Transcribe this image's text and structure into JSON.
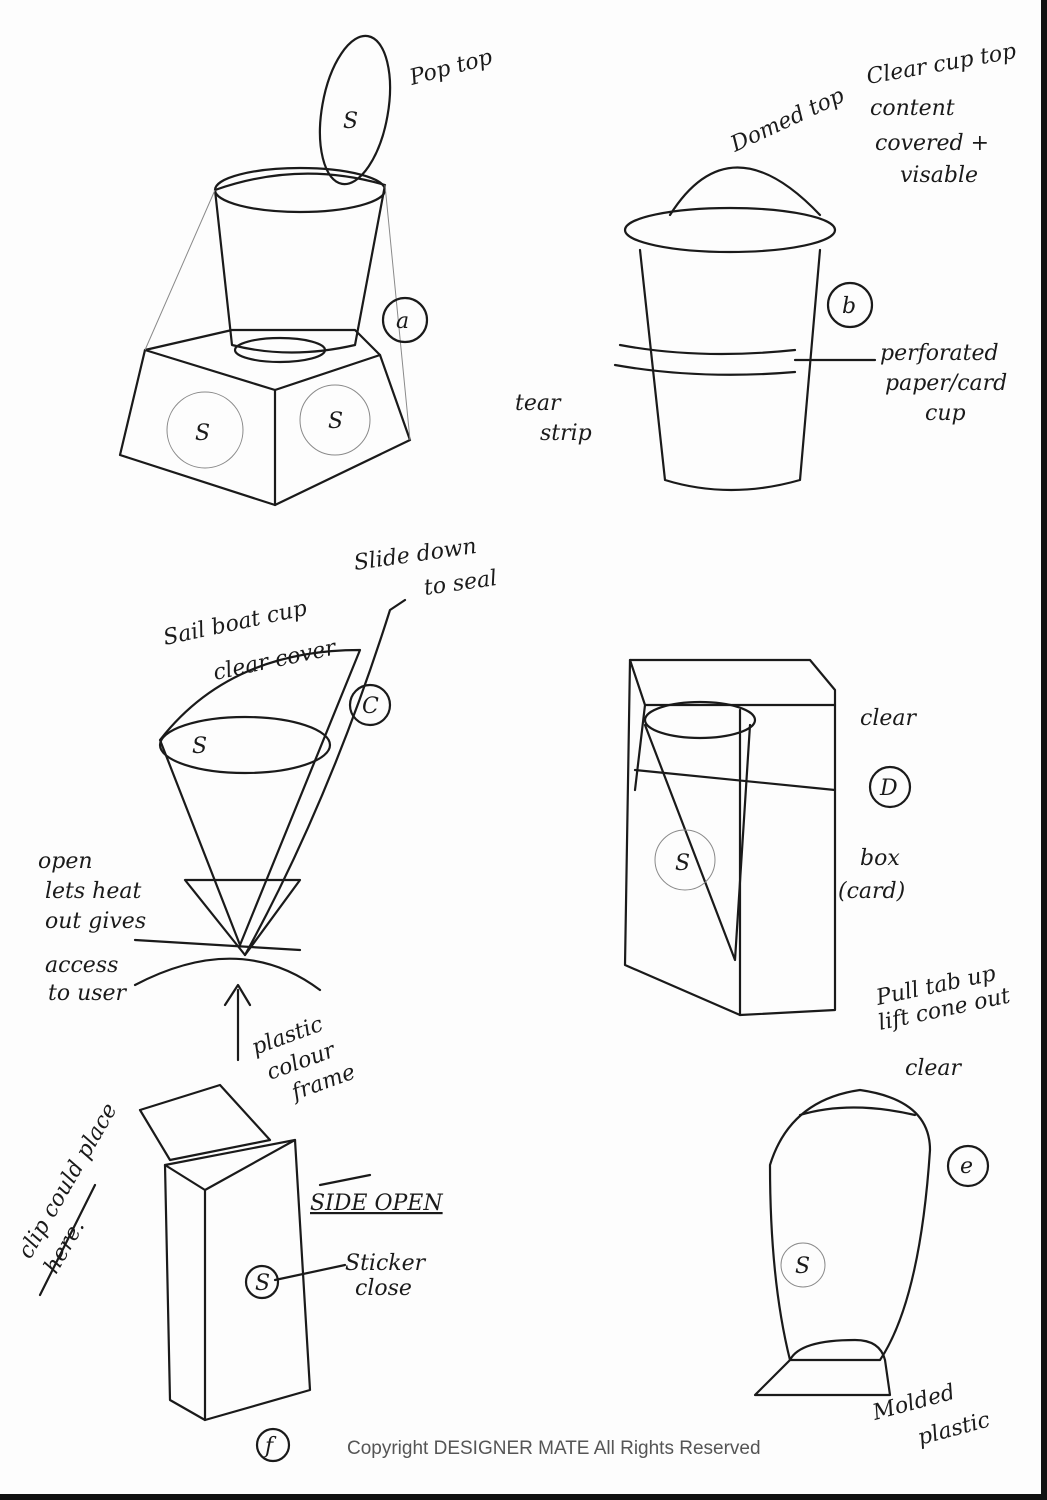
{
  "sketch_a": {
    "marker": "a",
    "labels": [
      "Pop top"
    ],
    "logo_letters": [
      "S",
      "S",
      "S"
    ]
  },
  "sketch_b": {
    "marker": "b",
    "labels": [
      "Domed top",
      "Clear cup top",
      "content",
      "covered +",
      "visable",
      "perforated",
      "paper/card",
      "cup",
      "tear",
      "strip"
    ]
  },
  "sketch_c": {
    "marker": "C",
    "labels": [
      "Slide down",
      "to seal",
      "Sail boat cup",
      "clear cover",
      "open",
      "lets heat",
      "out gives",
      "access",
      "to user",
      "plastic",
      "colour",
      "frame"
    ],
    "logo_letters": [
      "S"
    ]
  },
  "sketch_d": {
    "marker": "D",
    "labels": [
      "clear",
      "box",
      "(card)"
    ],
    "logo_letters": [
      "S"
    ]
  },
  "sketch_e": {
    "marker": "e",
    "labels": [
      "Pull tab up",
      "lift cone out",
      "clear",
      "Molded",
      "plastic"
    ],
    "logo_letters": [
      "S"
    ]
  },
  "sketch_f": {
    "marker": "f",
    "labels": [
      "clip could place",
      "here.",
      "SIDE OPEN",
      "Sticker",
      "close"
    ],
    "logo_letters": [
      "S"
    ]
  },
  "copyright": "Copyright DESIGNER MATE All Rights Reserved"
}
